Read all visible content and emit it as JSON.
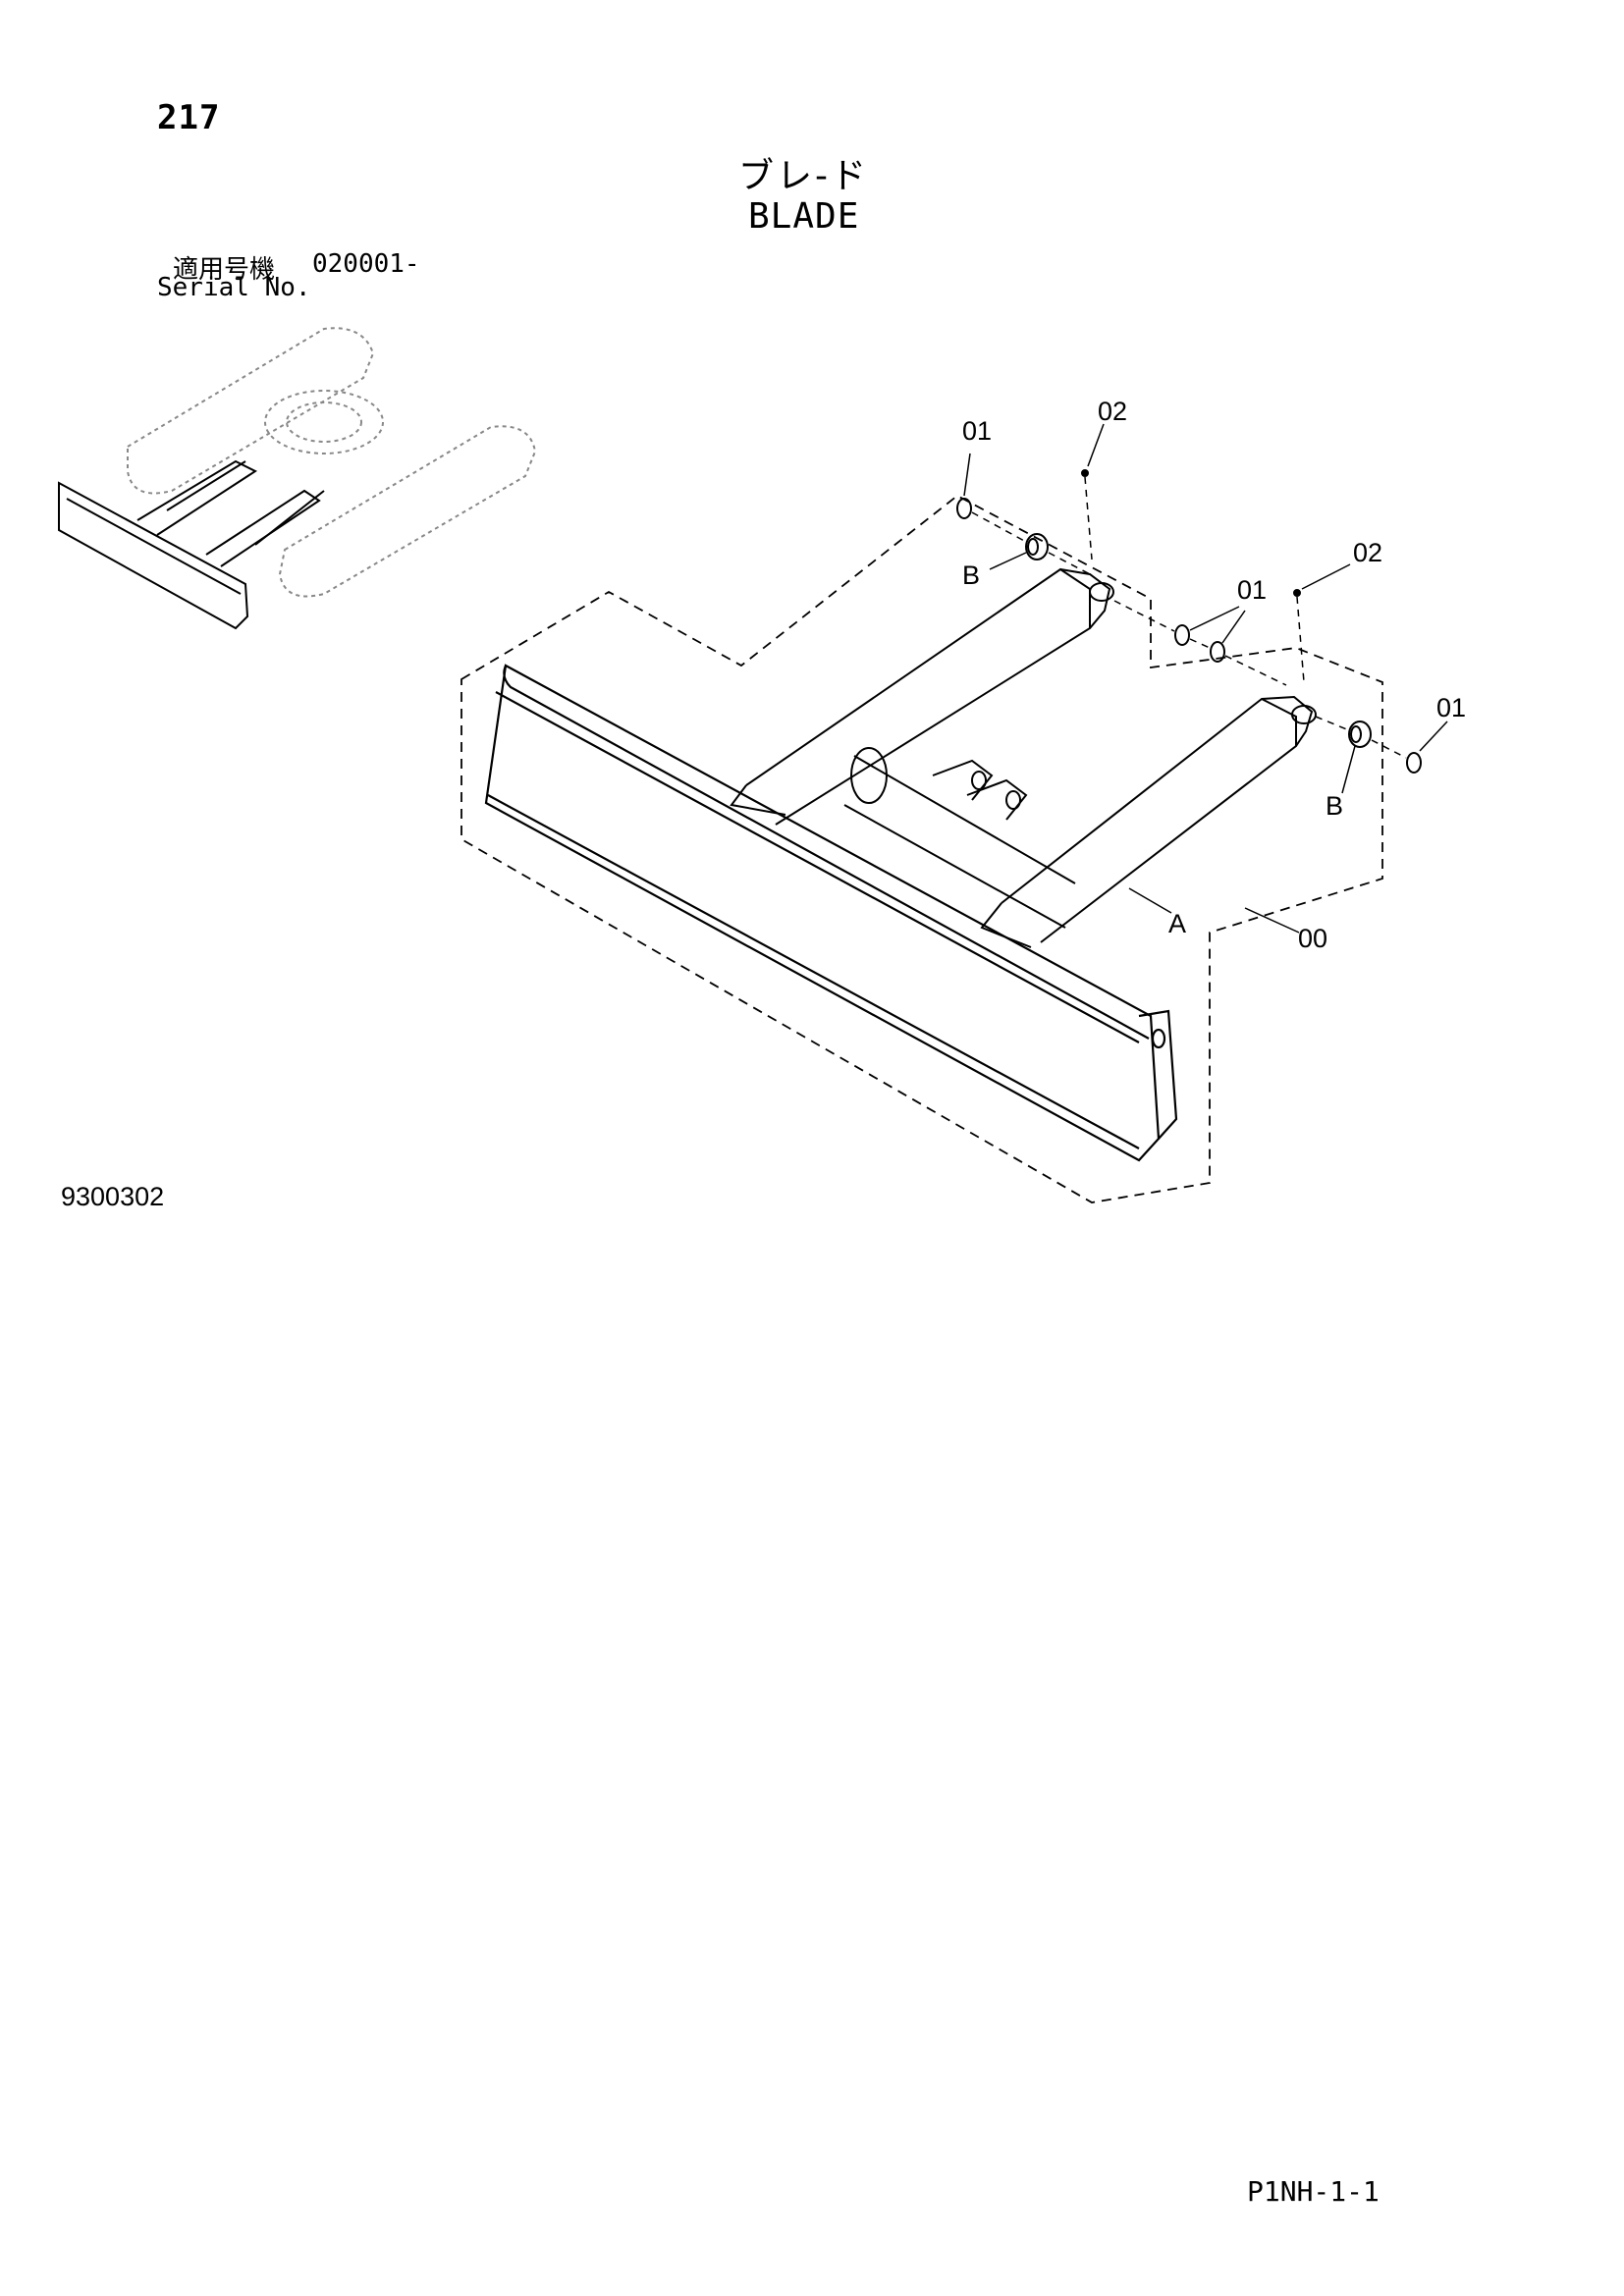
{
  "page_number": "217",
  "title_jp": "ブレ-ド",
  "title_en": "BLADE",
  "serial": {
    "label_jp": "適用号機",
    "range": "020001-",
    "label_en": "Serial No."
  },
  "callouts": {
    "c01_a": "01",
    "c02_a": "02",
    "cB_a": "B",
    "c01_b": "01",
    "c02_b": "02",
    "c01_c": "01",
    "cB_b": "B",
    "cA": "A",
    "c00": "00"
  },
  "figure_number": "9300302",
  "page_code": "P1NH-1-1"
}
